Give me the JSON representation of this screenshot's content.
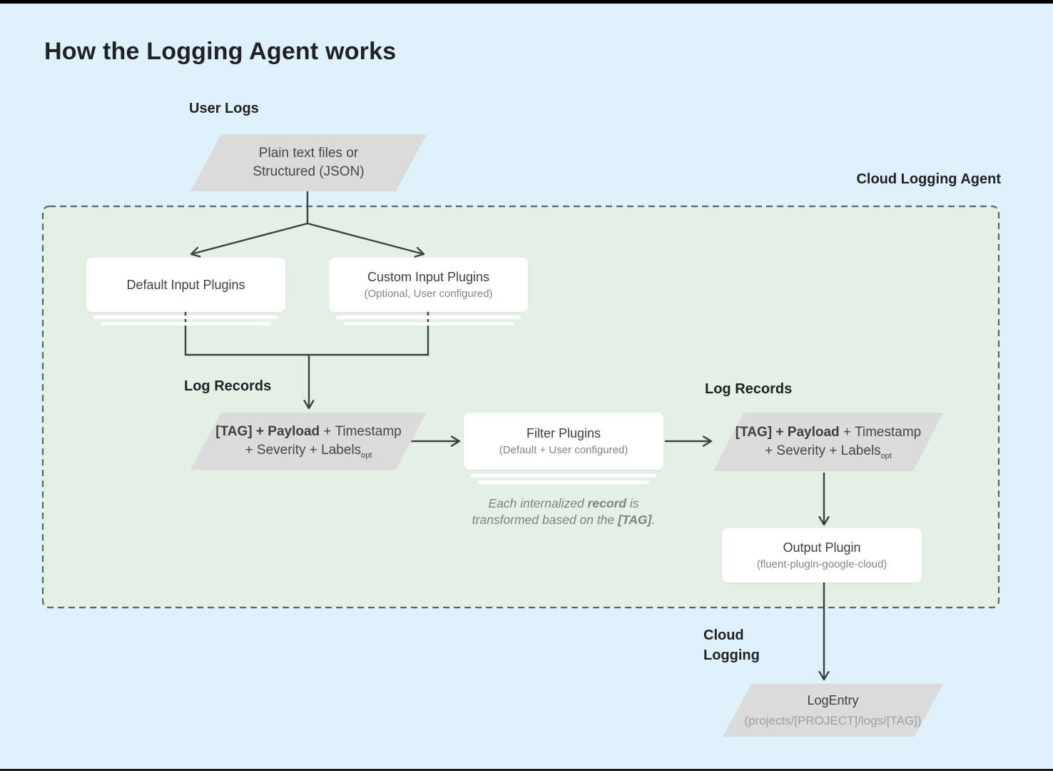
{
  "title": "How the Logging Agent works",
  "user_logs": {
    "label": "User Logs",
    "shape_line1": "Plain text files or",
    "shape_line2": "Structured (JSON)"
  },
  "agent": {
    "label": "Cloud Logging Agent",
    "default_input_title": "Default Input Plugins",
    "custom_input_title": "Custom Input Plugins",
    "custom_input_subtitle": "(Optional, User configured)",
    "log_records_label": "Log Records",
    "filter_title": "Filter Plugins",
    "filter_subtitle": "(Default + User configured)",
    "note_line1_a": "Each internalized ",
    "note_line1_b": "record",
    "note_line1_c": " is",
    "note_line2_a": "transformed based on the ",
    "note_line2_b": "[TAG]",
    "note_line2_c": ".",
    "output_title": "Output Plugin",
    "output_subtitle": "(fluent-plugin-google-cloud)"
  },
  "log_record": {
    "bold": "[TAG] + Payload",
    "line1_rest": " + Timestamp",
    "line2": "+ Severity + Labels",
    "subscript": "opt"
  },
  "cloud_logging": {
    "label_line1": "Cloud",
    "label_line2": "Logging",
    "entry_title": "LogEntry",
    "entry_subtitle": "(projects/[PROJECT]/logs/[TAG])"
  },
  "colors": {
    "background": "#DFF2FB",
    "agent_fill": "#E4EFE6",
    "agent_border": "#5F6368",
    "shape_fill": "#DBDBDB",
    "connector": "#3C4043",
    "title_text": "#202124",
    "body_text": "#3C4043",
    "muted_text": "#80868B",
    "faint_text": "#9AA0A6"
  }
}
